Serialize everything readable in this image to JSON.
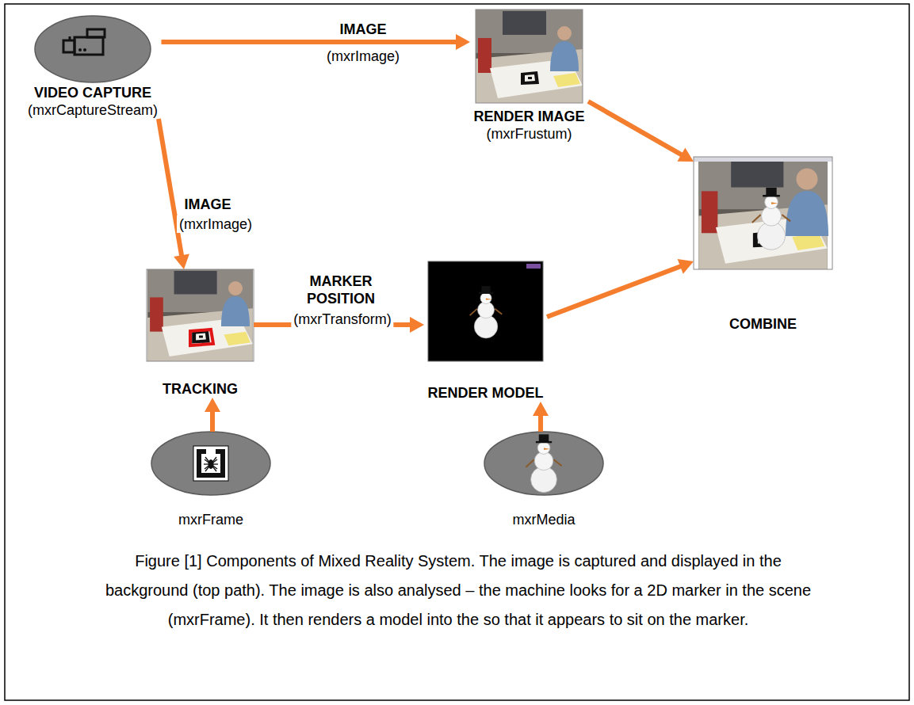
{
  "diagram": {
    "caption": "Figure [1] Components of Mixed Reality System. The image is captured and displayed in the background (top path). The image is also analysed – the machine looks for a 2D marker in the scene (mxrFrame). It then renders a model into the so that it appears to sit on the marker.",
    "nodes": [
      {
        "text": [
          "VIDEO CAPTURE",
          "(mxrCaptureStream)"
        ]
      },
      {
        "text": [
          "RENDER IMAGE",
          "(mxrFrustum)"
        ]
      },
      {
        "text": [
          "TRACKING"
        ]
      },
      {
        "text": [
          "RENDER MODEL"
        ]
      },
      {
        "text": [
          "COMBINE"
        ]
      },
      {
        "text": [
          "mxrFrame"
        ]
      },
      {
        "text": [
          "mxrMedia"
        ]
      }
    ],
    "edges": [
      {
        "from": 0,
        "to": 1,
        "arrow": "to",
        "label": "IMAGE"
      },
      {
        "from": 0,
        "to": 2,
        "arrow": "to",
        "label": "IMAGE"
      },
      {
        "from": 1,
        "to": 4,
        "arrow": "to"
      },
      {
        "from": 2,
        "to": 3,
        "arrow": "to",
        "label": "MARKER POSITION"
      },
      {
        "from": 3,
        "to": 4,
        "arrow": "to"
      },
      {
        "from": 5,
        "to": 2,
        "arrow": "to"
      },
      {
        "from": 6,
        "to": 3,
        "arrow": "to"
      }
    ],
    "labels": [
      "(mxrImage)",
      "(mxrImage)",
      "(mxrTransform)"
    ]
  }
}
